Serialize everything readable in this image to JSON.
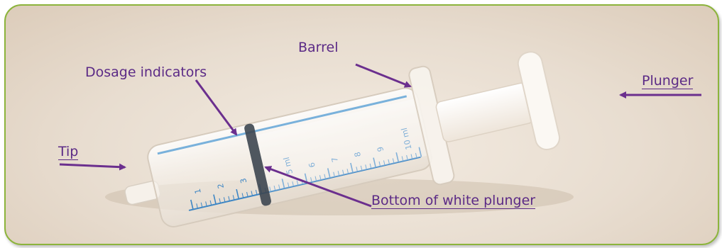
{
  "labels": {
    "barrel": "Barrel",
    "dosage_indicators": "Dosage indicators",
    "tip": "Tip",
    "plunger": "Plunger",
    "bottom_of_white_plunger": "Bottom of white plunger"
  },
  "syringe_markings": {
    "small": [
      "1",
      "2",
      "3",
      "6",
      "7",
      "8",
      "9"
    ],
    "half": "5 ml",
    "full": "10 ml"
  },
  "colors": {
    "frame_border": "#8cb43c",
    "label_text": "#5b2a86",
    "arrow": "#6b2f8e",
    "scale_ink": "#3e86c4"
  }
}
